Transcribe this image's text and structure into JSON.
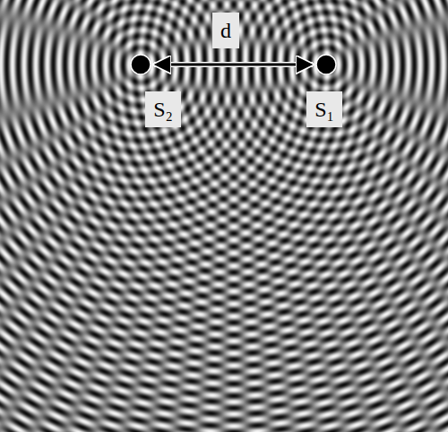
{
  "diagram": {
    "labels": [
      "d",
      "S₂",
      "S₁"
    ]
  }
}
